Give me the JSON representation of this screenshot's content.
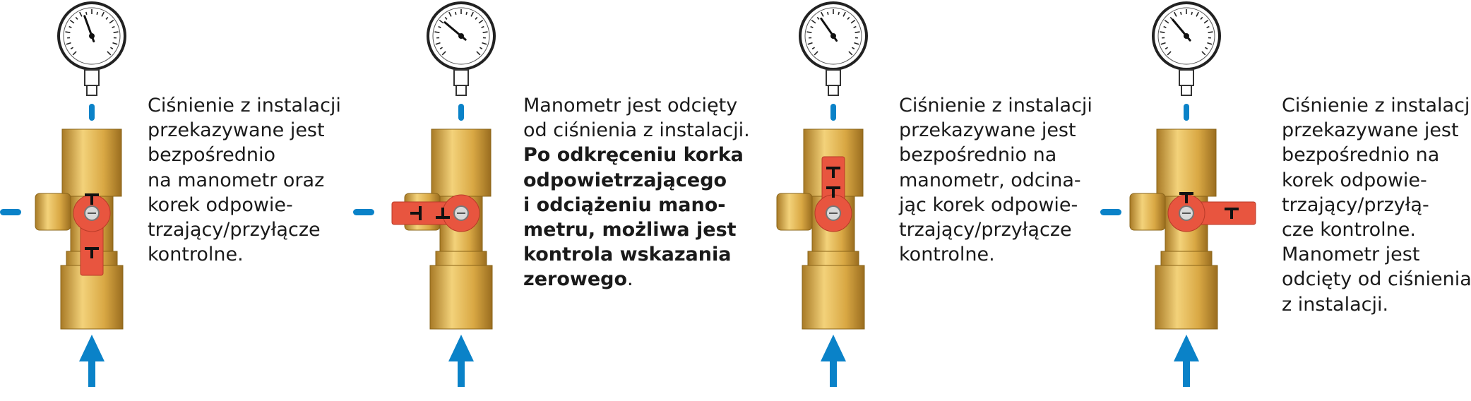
{
  "colors": {
    "flow_arrow": "#0a82c8",
    "brass": "#d9a844",
    "handle": "#e8553f",
    "gauge_frame": "#222222"
  },
  "panels": [
    {
      "handle_state": "down",
      "side_arrow": true,
      "caption_lines": [
        "Ciśnienie z instalacji",
        "przekazywane jest",
        "bezpośrednio",
        "na manometr oraz",
        "korek odpowie-",
        "trzający/przyłącze",
        "kontrolne."
      ],
      "caption_bold_lines": []
    },
    {
      "handle_state": "left",
      "side_arrow": true,
      "caption_lines": [
        "Manometr jest odcięty",
        "od ciśnienia z instalacji."
      ],
      "caption_bold_lines": [
        "Po odkręceniu korka",
        "odpowietrzającego",
        "i odciążeniu mano-",
        "metru, możliwa jest",
        "kontrola wskazania",
        "zerowego"
      ],
      "caption_tail": "."
    },
    {
      "handle_state": "up",
      "side_arrow": false,
      "caption_lines": [
        "Ciśnienie z instalacji",
        "przekazywane jest",
        "bezpośrednio na",
        "manometr, odcina-",
        "jąc korek odpowie-",
        "trzający/przyłącze",
        "kontrolne."
      ],
      "caption_bold_lines": []
    },
    {
      "handle_state": "right",
      "side_arrow": true,
      "caption_lines": [
        "Ciśnienie z instalacji",
        "przekazywane jest",
        "bezpośrednio na",
        "korek odpowie-",
        "trzający/przyłą-",
        "cze kontrolne.",
        "Manometr jest",
        "odcięty od ciśnienia",
        "z instalacji."
      ],
      "caption_bold_lines": []
    }
  ]
}
